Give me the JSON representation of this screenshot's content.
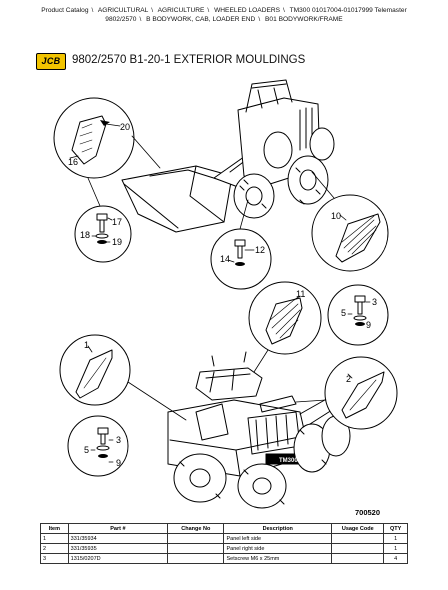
{
  "breadcrumb": {
    "items": [
      "Product Catalog",
      "AGRICULTURAL",
      "AGRICULTURE",
      "WHEELED LOADERS",
      "TM300 01017004-01017999 Telemaster",
      "9802/2570",
      "B BODYWORK, CAB, LOADER END",
      "B01 BODYWORK/FRAME"
    ]
  },
  "header": {
    "logo_text": "JCB",
    "title": "9802/2570 B1-20-1 EXTERIOR MOULDINGS"
  },
  "diagram": {
    "illustration_number": "700520",
    "machine_badge": "TM300",
    "callouts": {
      "c20": "20",
      "c16": "16",
      "c17": "17",
      "c18": "18",
      "c19": "19",
      "c10": "10",
      "c14": "14",
      "c12": "12",
      "c11": "11",
      "c5a": "5",
      "c3a": "3",
      "c9a": "9",
      "c1": "1",
      "c2": "2",
      "c5b": "5",
      "c3b": "3",
      "c9b": "9"
    }
  },
  "parts_table": {
    "headers": [
      "Item",
      "Part #",
      "Change No",
      "Description",
      "Usage Code",
      "QTY"
    ],
    "rows": [
      {
        "item": "1",
        "part": "331/35934",
        "change": "",
        "description": "Panel left side",
        "usage": "",
        "qty": "1"
      },
      {
        "item": "2",
        "part": "331/35935",
        "change": "",
        "description": "Panel right side",
        "usage": "",
        "qty": "1"
      },
      {
        "item": "3",
        "part": "1315/0207D",
        "change": "",
        "description": "Setscrew M6 x 25mm",
        "usage": "",
        "qty": "4"
      }
    ]
  }
}
